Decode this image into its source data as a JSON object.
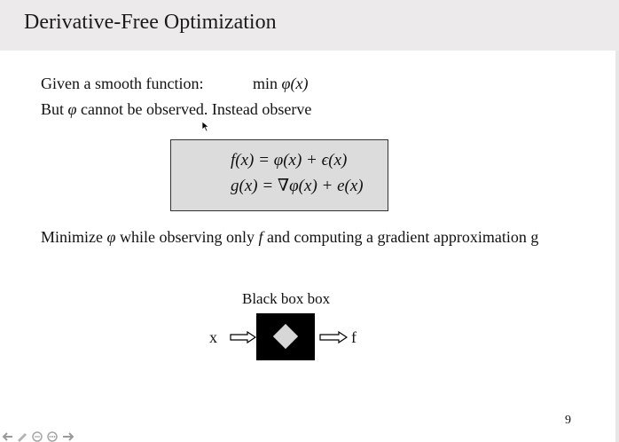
{
  "slide": {
    "title": "Derivative-Free Optimization",
    "page_number": "9"
  },
  "problem": {
    "given": "Given a smooth function:",
    "objective_min": "min",
    "objective_phi": "φ",
    "objective_x": "(x)",
    "but_part1": "But ",
    "but_phi": "φ",
    "but_part2": " cannot be observed. Instead observe"
  },
  "equations": {
    "eq1_f": "f",
    "eq1_rest": "(x) = φ(x) + ϵ(x)",
    "eq2_g": "g",
    "eq2_rest": "(x) = ∇φ(x) + e(x)"
  },
  "minimize": {
    "part1": "Minimize ",
    "phi": "φ",
    "part2": " while observing only ",
    "f": "f",
    "part3": "  and computing a gradient approximation g"
  },
  "blackbox": {
    "label": "Black box box",
    "input": "x",
    "output": "f"
  },
  "icons": [
    "left-arrow-icon",
    "pen-icon",
    "comment-icon",
    "more-icon",
    "right-arrow-icon"
  ],
  "colors": {
    "title_bar": "#eceaea",
    "equation_box": "#dcdcdc",
    "black_box": "#000000",
    "diamond": "#d7d7d7"
  }
}
